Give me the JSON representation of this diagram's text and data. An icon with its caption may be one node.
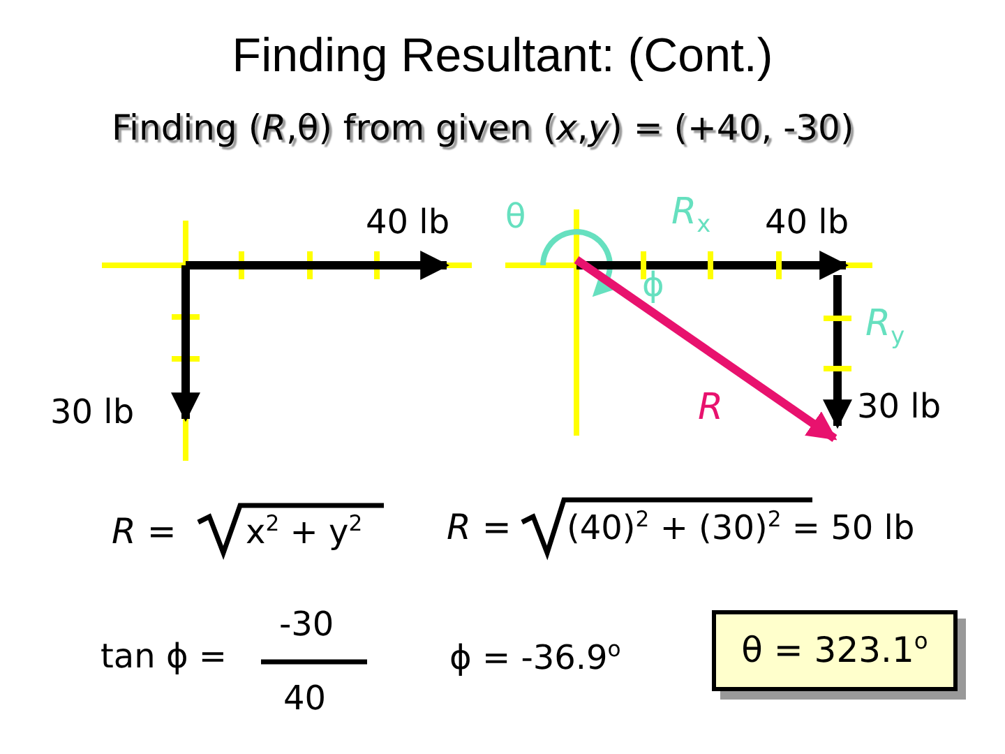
{
  "diagram": {
    "title": "Finding Resultant: (Cont.)",
    "nodes": [
      {
        "text": [
          "θ = 323.1$^{o}$"
        ]
      }
    ],
    "labels": [
      "Finding (*R*,θ) from given (*x*,*y*) = (+40, -30)",
      "40 lb",
      "θ",
      "*R*$_{x}$",
      "40 lb",
      "ϕ",
      "*R*$_{y}$",
      "30 lb",
      "*R*",
      "30 lb",
      "*R* =",
      "x$^{2}$ + y$^{2}$",
      "*R* =",
      "(40)$^{2}$ + (30)$^{2}$ = 50 lb",
      "-30",
      "tan ϕ =",
      "ϕ = -36.9$^{o}$",
      "40"
    ]
  }
}
